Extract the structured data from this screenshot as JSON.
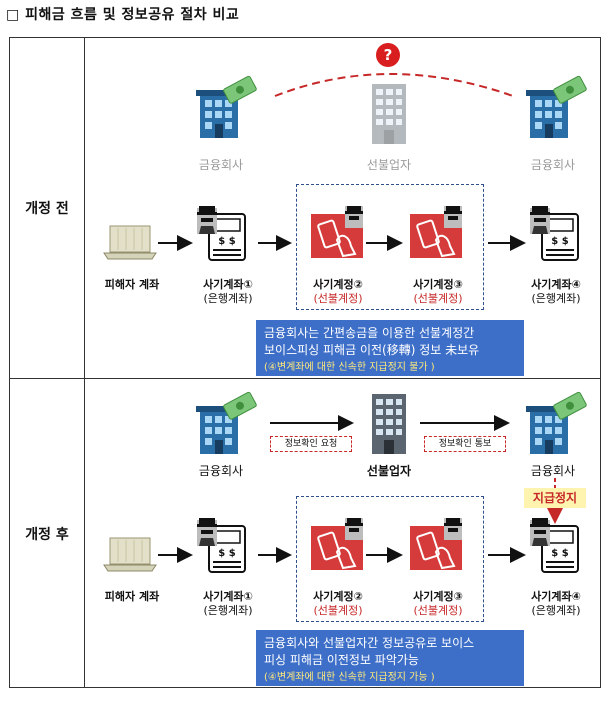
{
  "title": "□ 피해금 흐름 및 정보공유 절차 비교",
  "before": {
    "row_label": "개정 전",
    "bank_left": "금융회사",
    "prepaid_vendor": "선불업자",
    "bank_right": "금융회사",
    "question_mark": "?",
    "victim": "피해자 계좌",
    "acct1_name": "사기계좌①",
    "acct1_type": "(은행계좌)",
    "acct2_name": "사기계정②",
    "acct2_type": "(선불계정)",
    "acct3_name": "사기계정③",
    "acct3_type": "(선불계정)",
    "acct4_name": "사기계좌④",
    "acct4_type": "(은행계좌)",
    "box_line1": "금융회사는 간편송금을 이용한 선불계정간",
    "box_line2": "보이스피싱 피해금 이전(移轉) 정보 未보유",
    "box_sub": "(④변계좌에 대한 신속한 지급정지 불가 )"
  },
  "after": {
    "row_label": "개정 후",
    "bank_left": "금융회사",
    "prepaid_vendor": "선불업자",
    "bank_right": "금융회사",
    "request_label": "정보확인 요청",
    "notify_label": "정보확인 통보",
    "stop_label": "지급정지",
    "victim": "피해자 계좌",
    "acct1_name": "사기계좌①",
    "acct1_type": "(은행계좌)",
    "acct2_name": "사기계정②",
    "acct2_type": "(선불계정)",
    "acct3_name": "사기계정③",
    "acct3_type": "(선불계정)",
    "acct4_name": "사기계좌④",
    "acct4_type": "(은행계좌)",
    "box_line1": "금융회사와 선불업자간 정보공유로 보이스",
    "box_line2": "피싱 피해금 이전정보 파악가능",
    "box_sub": "(④변계좌에 대한 신속한 지급정지 가능 )"
  },
  "colors": {
    "accent_red": "#c62828",
    "info_blue": "#3d6fc9",
    "frame_navy": "#2e4f8a",
    "highlight_yellow": "#fff3b0"
  },
  "icons": [
    "bank-building-icon",
    "prepaid-vendor-building-icon",
    "laptop-icon",
    "fraudster-atm-icon",
    "prepaid-phone-icon",
    "question-icon"
  ]
}
